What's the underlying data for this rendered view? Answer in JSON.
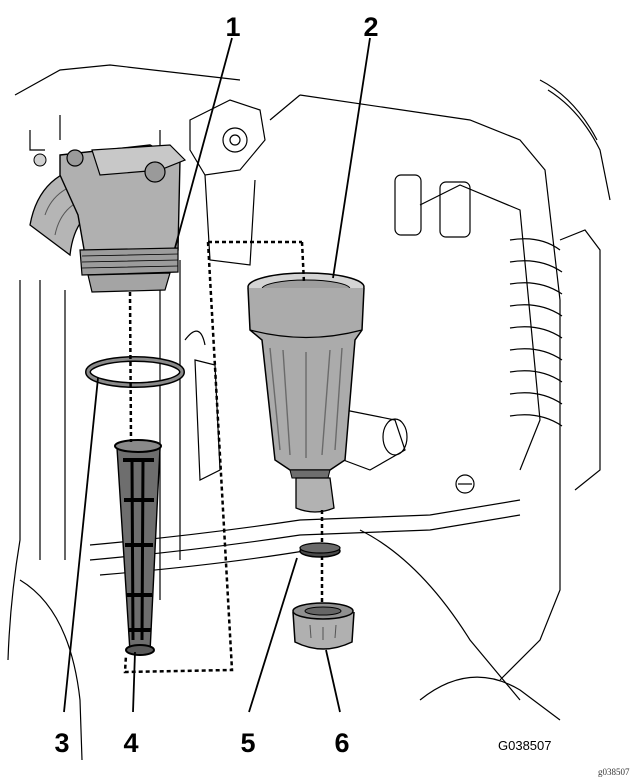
{
  "callouts": {
    "c1": "1",
    "c2": "2",
    "c3": "3",
    "c4": "4",
    "c5": "5",
    "c6": "6"
  },
  "figure_code": "G038507",
  "figure_code_small": "g038507",
  "colors": {
    "part_gray": "#a9a9a9",
    "part_dark": "#6e6e6e",
    "line": "#000000",
    "background": "#ffffff"
  }
}
